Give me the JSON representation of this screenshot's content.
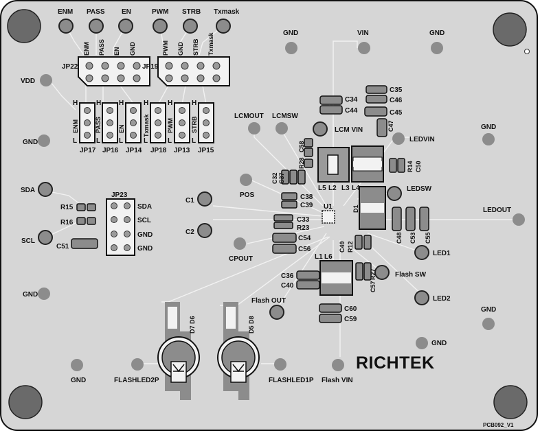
{
  "board": {
    "brand": "RICHTEK",
    "pcb_id": "PCB092_V1"
  },
  "colors": {
    "background": "#d6d6d6",
    "outline": "#111111",
    "trace": "#f2f2f2",
    "pad": "#8c8c8c",
    "copper_dark": "#5c5c5c",
    "text": "#111111"
  },
  "labels": {
    "ENM": "ENM",
    "PASS": "PASS",
    "EN": "EN",
    "PWM": "PWM",
    "STRB": "STRB",
    "Txmask": "Txmask",
    "GND": "GND",
    "VIN": "VIN",
    "VDD": "VDD",
    "SDA": "SDA",
    "SCL": "SCL",
    "C1": "C1",
    "C2": "C2",
    "LCMOUT": "LCMOUT",
    "LCMSW": "LCMSW",
    "LCM_VIN": "LCM VIN",
    "LEDVIN": "LEDVIN",
    "LEDSW": "LEDSW",
    "LEDOUT": "LEDOUT",
    "LED1": "LED1",
    "LED2": "LED2",
    "POS": "POS",
    "CPOUT": "CPOUT",
    "FlashSW": "Flash SW",
    "FlashOUT": "Flash OUT",
    "FlashVIN": "Flash VIN",
    "FLASHLED2P": "FLASHLED2P",
    "FLASHLED1P": "FLASHLED1P",
    "H": "H",
    "L": "L"
  },
  "headers": {
    "JP22": {
      "name": "JP22",
      "pins": [
        "ENM",
        "PASS",
        "EN",
        "GND"
      ]
    },
    "JP19": {
      "name": "JP19",
      "pins": [
        "PWM",
        "GND",
        "STRB",
        "Txmask"
      ]
    },
    "JP23": {
      "name": "JP23",
      "pins": [
        "SDA",
        "SCL",
        "GND",
        "GND"
      ]
    },
    "jumpers": [
      {
        "name": "JP17",
        "signal": "ENM"
      },
      {
        "name": "JP16",
        "signal": "PASS"
      },
      {
        "name": "JP14",
        "signal": "EN"
      },
      {
        "name": "JP18",
        "signal": "Txmask"
      },
      {
        "name": "JP13",
        "signal": "PWM"
      },
      {
        "name": "JP15",
        "signal": "STRB"
      }
    ]
  },
  "components": {
    "C34": "C34",
    "C44": "C44",
    "C35": "C35",
    "C46": "C46",
    "C45": "C45",
    "C47": "C47",
    "C58": "C58",
    "R28": "R28",
    "R14": "R14",
    "C50": "C50",
    "C32": "C32",
    "C37": "C37",
    "L5": "L5",
    "L2": "L2",
    "L3": "L3",
    "L4": "L4",
    "C38": "C38",
    "C39": "C39",
    "D1": "D1",
    "U1": "U1",
    "C33": "C33",
    "R23": "R23",
    "C54": "C54",
    "C56": "C56",
    "C48": "C48",
    "C53": "C53",
    "C55": "C55",
    "C49": "C49",
    "R12": "R12",
    "L1": "L1",
    "L6": "L6",
    "C36": "C36",
    "C40": "C40",
    "C57": "C57",
    "R27": "R27",
    "C60": "C60",
    "C59": "C59",
    "R15": "R15",
    "R16": "R16",
    "C51": "C51",
    "D7": "D7",
    "D6": "D6",
    "D5": "D5",
    "D8": "D8"
  }
}
